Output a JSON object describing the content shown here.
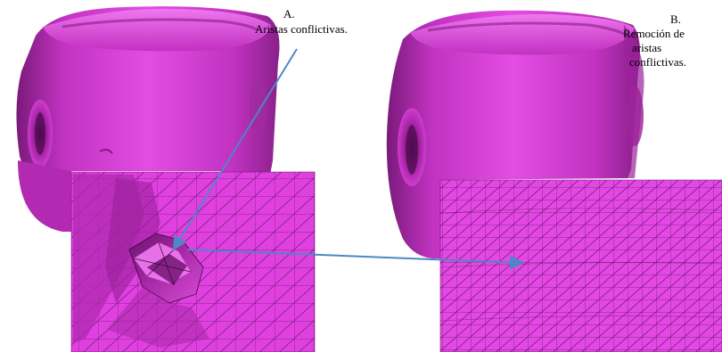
{
  "panel_a": {
    "letter": "A.",
    "caption": "Aristas conflictivas."
  },
  "panel_b": {
    "letter": "B.",
    "caption_lines": [
      "Remoción de",
      "aristas",
      "conflictivas."
    ]
  },
  "colors": {
    "mesh_fill": "#e040e0",
    "mesh_shadow": "#8a1a8a",
    "mesh_highlight": "#f27af2",
    "wire": "#4a1050",
    "arrow": "#4f86c6"
  }
}
